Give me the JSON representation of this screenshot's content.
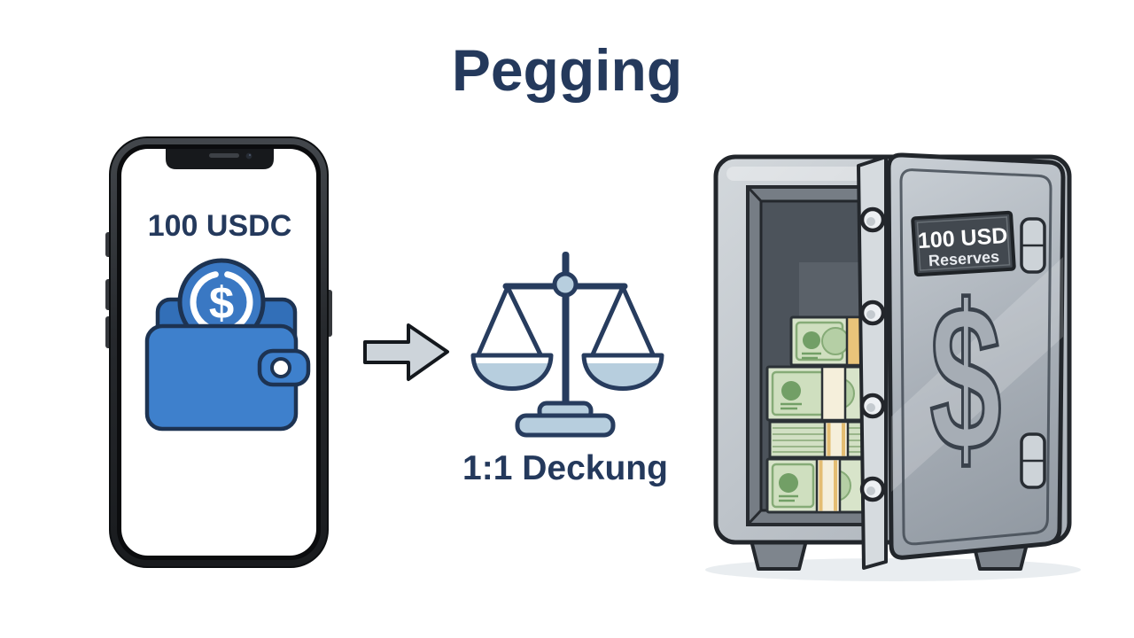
{
  "title": "Pegging",
  "phone": {
    "amount_label": "100 USDC",
    "coin_symbol": "$",
    "icons": {
      "coin": "usdc-coin-icon",
      "wallet": "wallet-icon",
      "device": "smartphone-icon"
    }
  },
  "flow": {
    "arrow_icon": "right-arrow-icon"
  },
  "scale": {
    "caption": "1:1 Deckung",
    "icon": "balance-scale-icon"
  },
  "safe": {
    "plaque_line1": "100 USD",
    "plaque_line2": "Reserves",
    "door_symbol": "$",
    "icons": {
      "vault": "vault-icon",
      "cash": "cash-stack-icon"
    }
  },
  "colors": {
    "navy_text": "#24395C",
    "outline_navy": "#1D3352",
    "wallet_blue": "#3E80CC",
    "flap_blue": "#326FB8",
    "coin_blue": "#3A78C3",
    "pan_blue": "#B7CEDE",
    "arrow_gray": "#CDD4DA",
    "safe_gray": "#B9C0C7",
    "plaque_gray": "#42484F",
    "bill_green": "#D8E4CA",
    "band_cream": "#F5EFDB",
    "band_orange": "#E9C47A",
    "background": "#FFFFFF"
  }
}
